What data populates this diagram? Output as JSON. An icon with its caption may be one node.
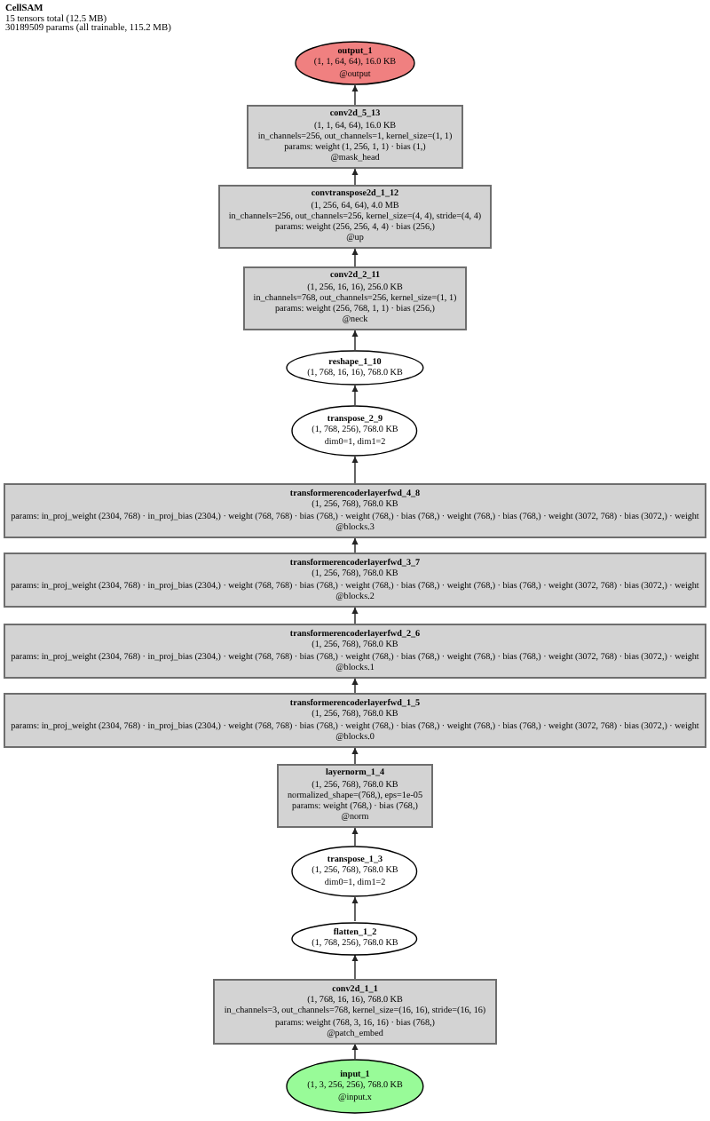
{
  "diagram": {
    "title": "CellSAM",
    "nodes": [
      {
        "text": [
          "output_1",
          "(1, 1, 64, 64), 16.0 KB",
          "@output"
        ]
      },
      {
        "text": [
          "conv2d_5_13",
          "(1, 1, 64, 64), 16.0 KB",
          "in_channels=256, out_channels=1, kernel_size=(1, 1)",
          "params: weight (1, 256, 1, 1) · bias (1,)",
          "@mask_head"
        ]
      },
      {
        "text": [
          "convtranspose2d_1_12",
          "(1, 256, 64, 64), 4.0 MB",
          "in_channels=256, out_channels=256, kernel_size=(4, 4), stride=(4, 4)",
          "params: weight (256, 256, 4, 4) · bias (256,)",
          "@up"
        ]
      },
      {
        "text": [
          "conv2d_2_11",
          "(1, 256, 16, 16), 256.0 KB",
          "in_channels=768, out_channels=256, kernel_size=(1, 1)",
          "params: weight (256, 768, 1, 1) · bias (256,)",
          "@neck"
        ]
      },
      {
        "text": [
          "reshape_1_10",
          "(1, 768, 16, 16), 768.0 KB"
        ]
      },
      {
        "text": [
          "transpose_2_9",
          "(1, 768, 256), 768.0 KB",
          "dim0=1, dim1=2"
        ]
      },
      {
        "text": [
          "transformerencoderlayerfwd_4_8",
          "(1, 256, 768), 768.0 KB",
          "params: in_proj_weight (2304, 768) · in_proj_bias (2304,) · weight (768, 768) · bias (768,) · weight (768,) · bias (768,) · weight (768,) · bias (768,) · weight (3072, 768) · bias (3072,) · weight",
          "@blocks.3"
        ]
      },
      {
        "text": [
          "transformerencoderlayerfwd_3_7",
          "(1, 256, 768), 768.0 KB",
          "params: in_proj_weight (2304, 768) · in_proj_bias (2304,) · weight (768, 768) · bias (768,) · weight (768,) · bias (768,) · weight (768,) · bias (768,) · weight (3072, 768) · bias (3072,) · weight",
          "@blocks.2"
        ]
      },
      {
        "text": [
          "transformerencoderlayerfwd_2_6",
          "(1, 256, 768), 768.0 KB",
          "params: in_proj_weight (2304, 768) · in_proj_bias (2304,) · weight (768, 768) · bias (768,) · weight (768,) · bias (768,) · weight (768,) · bias (768,) · weight (3072, 768) · bias (3072,) · weight",
          "@blocks.1"
        ]
      },
      {
        "text": [
          "transformerencoderlayerfwd_1_5",
          "(1, 256, 768), 768.0 KB",
          "params: in_proj_weight (2304, 768) · in_proj_bias (2304,) · weight (768, 768) · bias (768,) · weight (768,) · bias (768,) · weight (768,) · bias (768,) · weight (3072, 768) · bias (3072,) · weight",
          "@blocks.0"
        ]
      },
      {
        "text": [
          "layernorm_1_4",
          "(1, 256, 768), 768.0 KB",
          "normalized_shape=(768,), eps=1e-05",
          "params: weight (768,) · bias (768,)",
          "@norm"
        ]
      },
      {
        "text": [
          "transpose_1_3",
          "(1, 256, 768), 768.0 KB",
          "dim0=1, dim1=2"
        ]
      },
      {
        "text": [
          "flatten_1_2",
          "(1, 768, 256), 768.0 KB"
        ]
      },
      {
        "text": [
          "conv2d_1_1",
          "(1, 768, 16, 16), 768.0 KB",
          "in_channels=3, out_channels=768, kernel_size=(16, 16), stride=(16, 16)",
          "params: weight (768, 3, 16, 16) · bias (768,)",
          "@patch_embed"
        ]
      },
      {
        "text": [
          "input_1",
          "(1, 3, 256, 256), 768.0 KB",
          "@input.x"
        ]
      }
    ],
    "edges": [
      {
        "from": 14,
        "to": 13,
        "arrow": "to"
      },
      {
        "from": 13,
        "to": 12,
        "arrow": "to"
      },
      {
        "from": 12,
        "to": 11,
        "arrow": "to"
      },
      {
        "from": 11,
        "to": 10,
        "arrow": "to"
      },
      {
        "from": 10,
        "to": 9,
        "arrow": "to"
      },
      {
        "from": 9,
        "to": 8,
        "arrow": "to"
      },
      {
        "from": 8,
        "to": 7,
        "arrow": "to"
      },
      {
        "from": 7,
        "to": 6,
        "arrow": "to"
      },
      {
        "from": 6,
        "to": 5,
        "arrow": "to"
      },
      {
        "from": 5,
        "to": 4,
        "arrow": "to"
      },
      {
        "from": 4,
        "to": 3,
        "arrow": "to"
      },
      {
        "from": 3,
        "to": 2,
        "arrow": "to"
      },
      {
        "from": 2,
        "to": 1,
        "arrow": "to"
      },
      {
        "from": 1,
        "to": 0,
        "arrow": "to"
      }
    ],
    "labels": [
      "15 tensors total (12.5 MB)",
      "30189509 params (all trainable, 115.2 MB)"
    ]
  }
}
